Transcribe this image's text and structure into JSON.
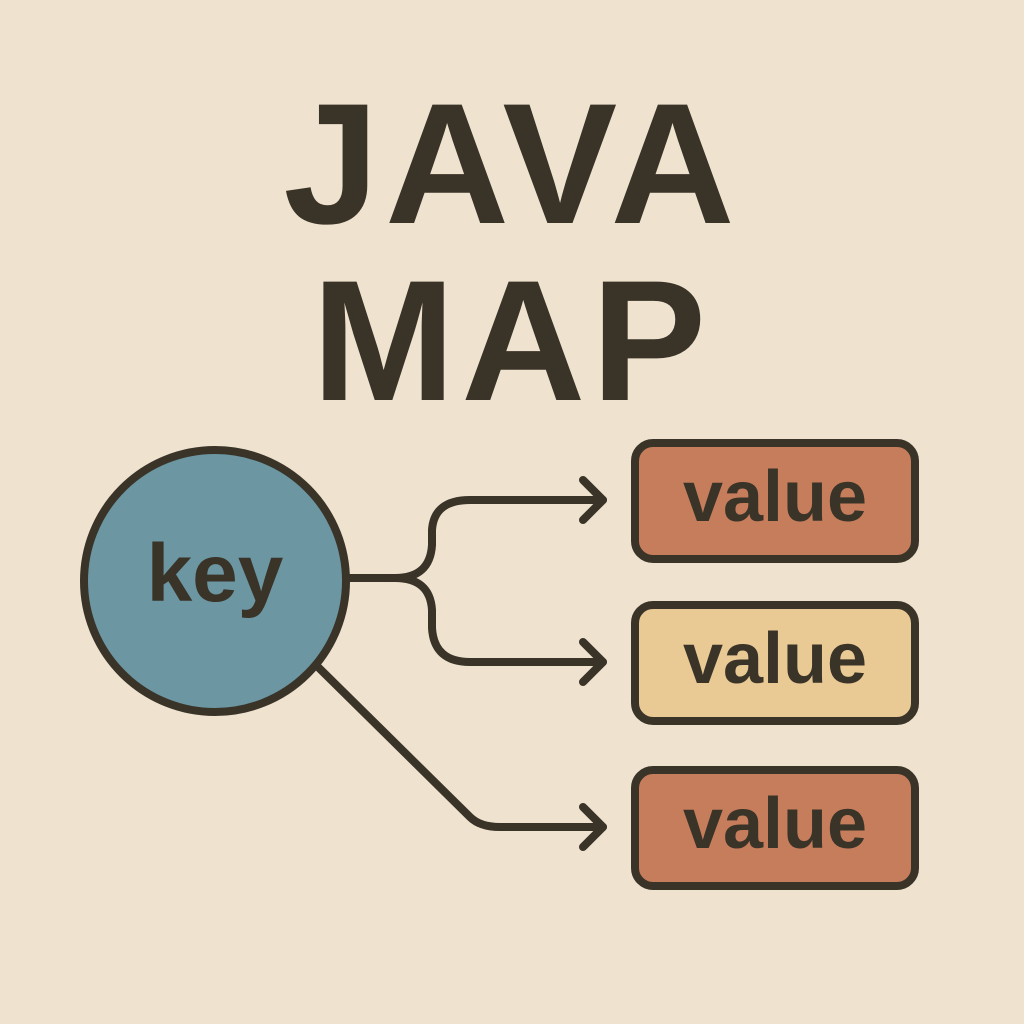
{
  "title": {
    "line1": "JAVA",
    "line2": "MAP"
  },
  "key": {
    "label": "key",
    "fill": "#6b96a2"
  },
  "values": [
    {
      "label": "value",
      "fill": "#c57d5b"
    },
    {
      "label": "value",
      "fill": "#e9c994"
    },
    {
      "label": "value",
      "fill": "#c57d5b"
    }
  ],
  "colors": {
    "background": "#efe3cf",
    "ink": "#3a3328"
  }
}
